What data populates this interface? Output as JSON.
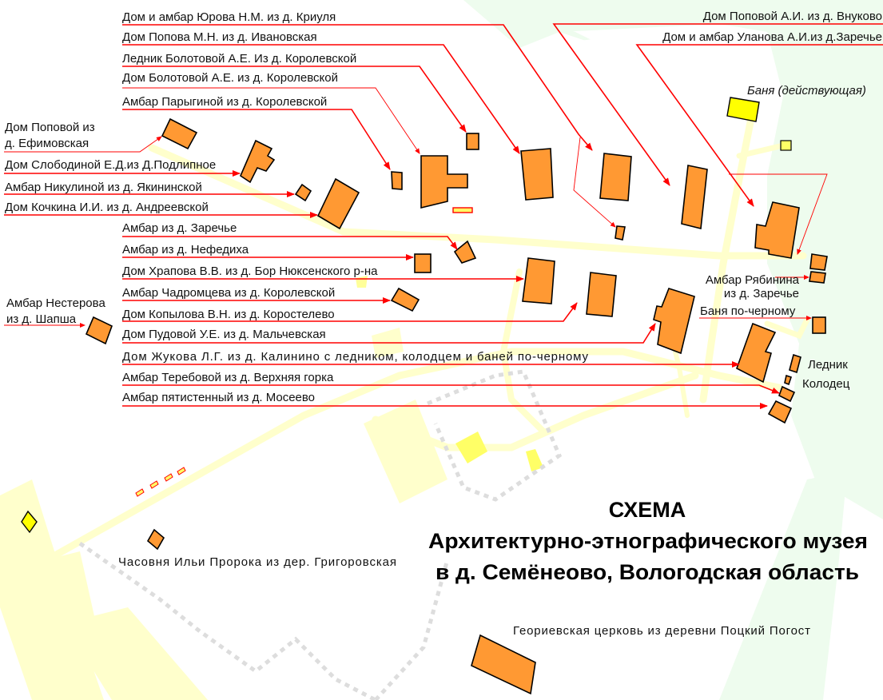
{
  "map": {
    "title": [
      "СХЕМА",
      "Архитектурно-этнографического музея",
      "в д. Семёнеово, Вологодская область"
    ],
    "labels": {
      "yurova": "Дом и амбар Юрова Н.М. из д. Криуля",
      "popova_mn": "Дом Попова М.Н. из д. Ивановская",
      "lednik_bolotovoy": "Ледник Болотовой А.Е. Из д. Королевской",
      "dom_bolotovoy": "Дом Болотовой А.Е. из д. Королевской",
      "ambar_parygina": "Амбар Парыгиной из д. Королевской",
      "popovoy_efim_1": "Дом Поповой из",
      "popovoy_efim_2": "д. Ефимовская",
      "slobodina": "Дом Слободиной Е.Д.из Д.Подлипное",
      "nikulina": "Амбар Никулиной из д. Якининской",
      "kochkina": "Дом Кочкина И.И. из д. Андреевской",
      "ambar_zarechye": "Амбар из д. Заречье",
      "nefediha": "Амбар из д. Нефедиха",
      "hrapova": "Дом Храпова В.В. из д. Бор Нюксенского р-на",
      "chadromtseva": "Амбар Чадромцева из д. Королевской",
      "kopylova": "Дом Копылова В.Н. из д. Коростелево",
      "pudovoy": "Дом Пудовой У.Е. из д. Мальчевская",
      "zhukova": "Дом Жукова Л.Г. из д. Калинино с ледником, колодцем и баней по-черному",
      "terebovoy": "Амбар Теребовой из д. Верхняя горка",
      "pyatistenny": "Амбар пятистенный из д. Мосеево",
      "nesterova_1": "Амбар Нестерова",
      "nesterova_2": "из д. Шапша",
      "vnukovo": "Дом Поповой А.И. из д. Внуково",
      "ulanova": "Дом и амбар Уланова А.И.из д.Заречье",
      "banya_active": "Баня (действующая)",
      "ryabinina_1": "Амбар Рябинина",
      "ryabinina_2": "из д. Заречье",
      "banya_black": "Баня по-черному",
      "lednik": "Ледник",
      "kolodets": "Колодец",
      "chasovnya": "Часовня Ильи Пророка из дер. Григоровская",
      "church": "Геориевская церковь из деревни Поцкий Погост"
    },
    "colors": {
      "building": "#ff9933",
      "leader": "#ff0000",
      "forest": "#eefcee",
      "road": "#ffffcc",
      "active": "#ffff00"
    }
  }
}
